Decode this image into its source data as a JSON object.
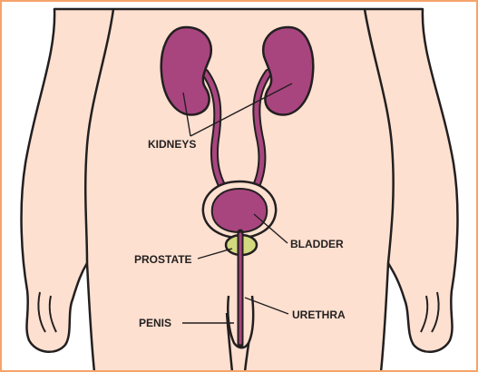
{
  "labels": {
    "kidneys": "KIDNEYS",
    "bladder": "BLADDER",
    "prostate": "PROSTATE",
    "urethra": "URETHRA",
    "penis": "PENIS"
  },
  "colors": {
    "background": "#ffffff",
    "frame": "#f4a46b",
    "skin": "#fde0d0",
    "outline": "#231f20",
    "organ": "#a8457f",
    "prostate": "#d2d97f"
  }
}
